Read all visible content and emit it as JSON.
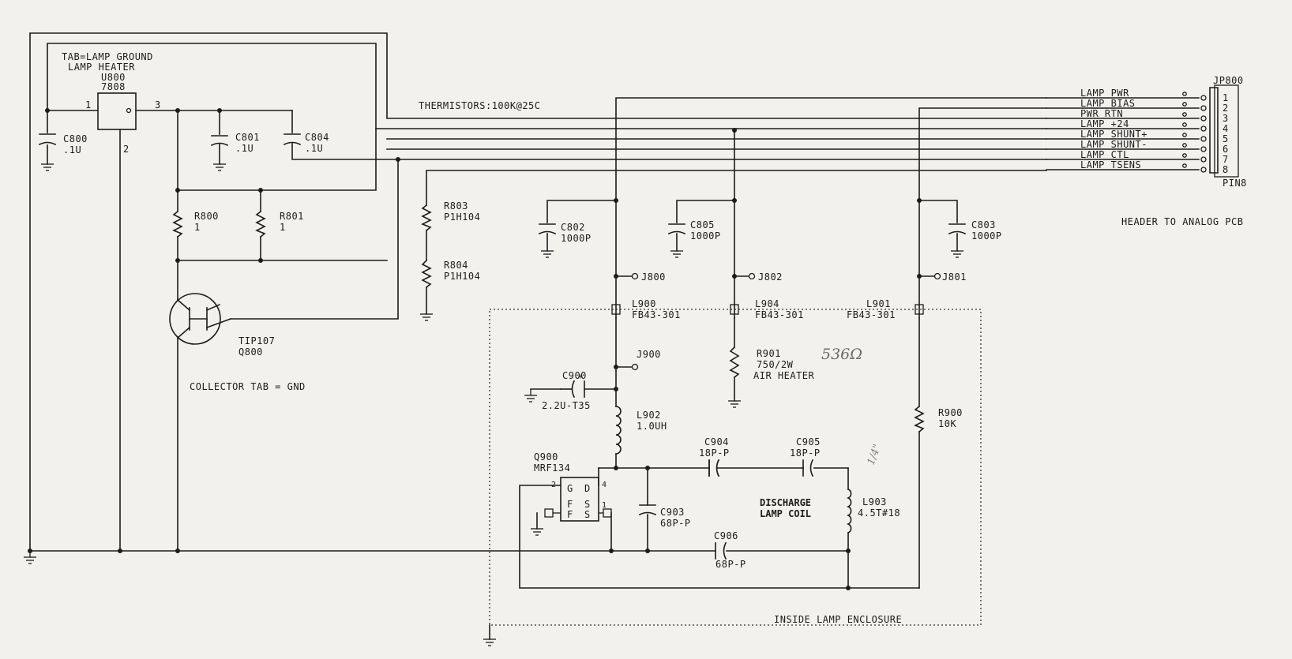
{
  "notes": {
    "tab_note": "TAB=LAMP GROUND",
    "heater_note": "LAMP HEATER",
    "thermistors": "THERMISTORS:100K@25C",
    "collector_tab": "COLLECTOR TAB = GND",
    "header_note": "HEADER TO ANALOG PCB",
    "enclosure": "INSIDE LAMP ENCLOSURE",
    "discharge_1": "DISCHARGE",
    "discharge_2": "LAMP COIL",
    "handwritten_ohms": "536Ω",
    "handwritten_small": "1/4\""
  },
  "regulator": {
    "ref": "U800",
    "part": "7808",
    "pin1": "1",
    "pin2": "2",
    "pin3": "3"
  },
  "components": {
    "C800": {
      "ref": "C800",
      "val": ".1U"
    },
    "C801": {
      "ref": "C801",
      "val": ".1U"
    },
    "C804": {
      "ref": "C804",
      "val": ".1U"
    },
    "R800": {
      "ref": "R800",
      "val": "1"
    },
    "R801": {
      "ref": "R801",
      "val": "1"
    },
    "R803": {
      "ref": "R803",
      "val": "P1H104"
    },
    "R804": {
      "ref": "R804",
      "val": "P1H104"
    },
    "Q800": {
      "ref": "Q800",
      "part": "TIP107"
    },
    "C802": {
      "ref": "C802",
      "val": "1000P"
    },
    "C805": {
      "ref": "C805",
      "val": "1000P"
    },
    "C803": {
      "ref": "C803",
      "val": "1000P"
    },
    "J800": {
      "ref": "J800"
    },
    "J802": {
      "ref": "J802"
    },
    "J801": {
      "ref": "J801"
    },
    "L900": {
      "ref": "L900",
      "val": "FB43-301"
    },
    "L904": {
      "ref": "L904",
      "val": "FB43-301"
    },
    "L901": {
      "ref": "L901",
      "val": "FB43-301"
    },
    "R901": {
      "ref": "R901",
      "val": "750/2W",
      "note": "AIR HEATER"
    },
    "J900": {
      "ref": "J900"
    },
    "C900": {
      "ref": "C900",
      "val": "2.2U-T35"
    },
    "L902": {
      "ref": "L902",
      "val": "1.0UH"
    },
    "Q900": {
      "ref": "Q900",
      "part": "MRF134"
    },
    "C904": {
      "ref": "C904",
      "val": "18P-P"
    },
    "C905": {
      "ref": "C905",
      "val": "18P-P"
    },
    "C903": {
      "ref": "C903",
      "val": "68P-P"
    },
    "C906": {
      "ref": "C906",
      "val": "68P-P"
    },
    "L903": {
      "ref": "L903",
      "val": "4.5T#18"
    },
    "R900": {
      "ref": "R900",
      "val": "10K"
    }
  },
  "fet_pins": {
    "g": "G",
    "d": "D",
    "f": "F",
    "s": "S",
    "p2": "2",
    "p4": "4",
    "p1": "1"
  },
  "connector": {
    "ref": "JP800",
    "footer": "PIN8",
    "pins": [
      {
        "num": "1",
        "signal": "LAMP PWR"
      },
      {
        "num": "2",
        "signal": "LAMP BIAS"
      },
      {
        "num": "3",
        "signal": "PWR RTN"
      },
      {
        "num": "4",
        "signal": "LAMP +24"
      },
      {
        "num": "5",
        "signal": "LAMP SHUNT+"
      },
      {
        "num": "6",
        "signal": "LAMP SHUNT-"
      },
      {
        "num": "7",
        "signal": "LAMP CTL"
      },
      {
        "num": "8",
        "signal": "LAMP TSENS"
      }
    ]
  }
}
